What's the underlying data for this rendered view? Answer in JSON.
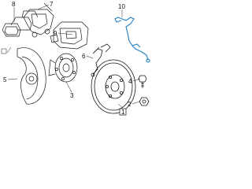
{
  "colors": {
    "line": "#1a1a1a",
    "highlight": "#1f7fc4",
    "background": "#ffffff"
  },
  "callouts": {
    "c1": "1",
    "c2": "2",
    "c3": "3",
    "c4": "4",
    "c5": "5",
    "c6": "6",
    "c7": "7",
    "c8": "8",
    "c9": "9",
    "c10": "10"
  }
}
